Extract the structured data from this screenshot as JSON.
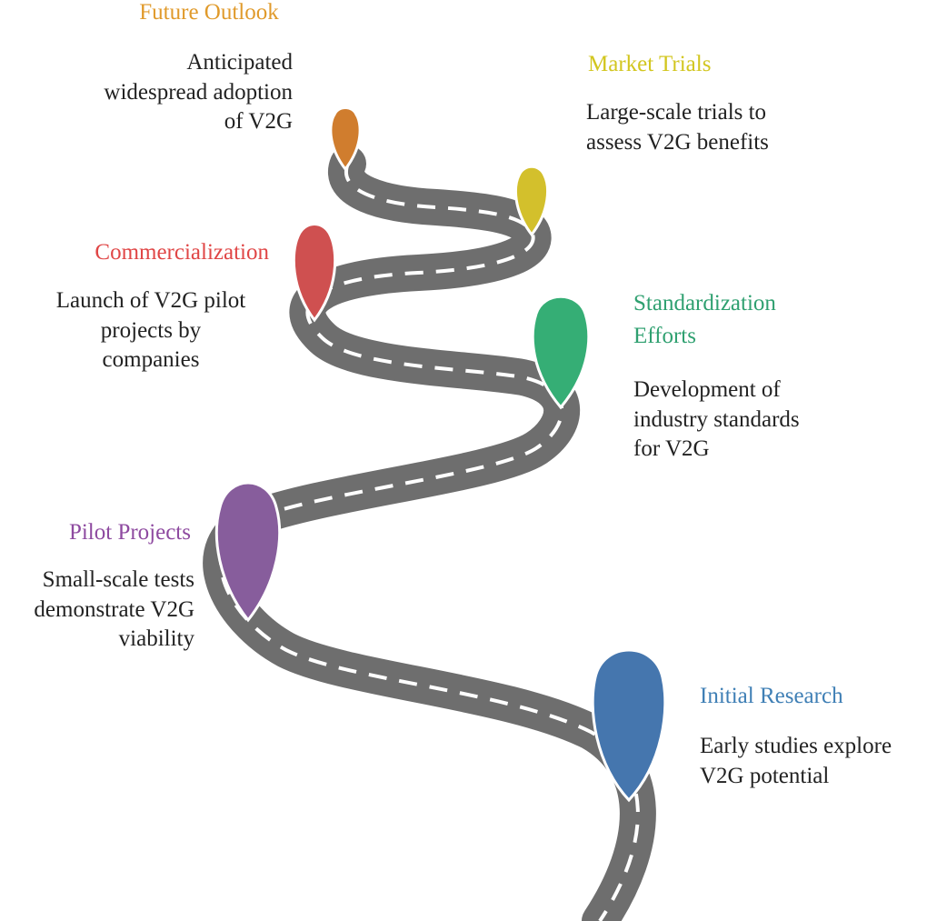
{
  "milestones": [
    {
      "key": "future-outlook",
      "title": "Future Outlook",
      "description": "Anticipated\nwidespread adoption\nof V2G",
      "color": "#e09a2b",
      "pin_color": "#d07d2e"
    },
    {
      "key": "market-trials",
      "title": "Market Trials",
      "description": "Large-scale trials to\nassess V2G benefits",
      "color": "#d2c61f",
      "pin_color": "#d3c02c"
    },
    {
      "key": "commercialization",
      "title": "Commercialization",
      "description": "Launch of V2G pilot\nprojects by\ncompanies",
      "color": "#e04646",
      "pin_color": "#cf5050"
    },
    {
      "key": "standardization-efforts",
      "title": "Standardization\nEfforts",
      "description": "Development of\nindustry standards\nfor V2G",
      "color": "#2fa070",
      "pin_color": "#35ae75"
    },
    {
      "key": "pilot-projects",
      "title": "Pilot Projects",
      "description": "Small-scale tests\ndemonstrate V2G\nviability",
      "color": "#8e4aa0",
      "pin_color": "#875d9c"
    },
    {
      "key": "initial-research",
      "title": "Initial Research",
      "description": "Early studies explore\nV2G potential",
      "color": "#3f7fb5",
      "pin_color": "#4576ae"
    }
  ],
  "road": {
    "color": "#6e6e6e",
    "dash_color": "#ffffff"
  }
}
